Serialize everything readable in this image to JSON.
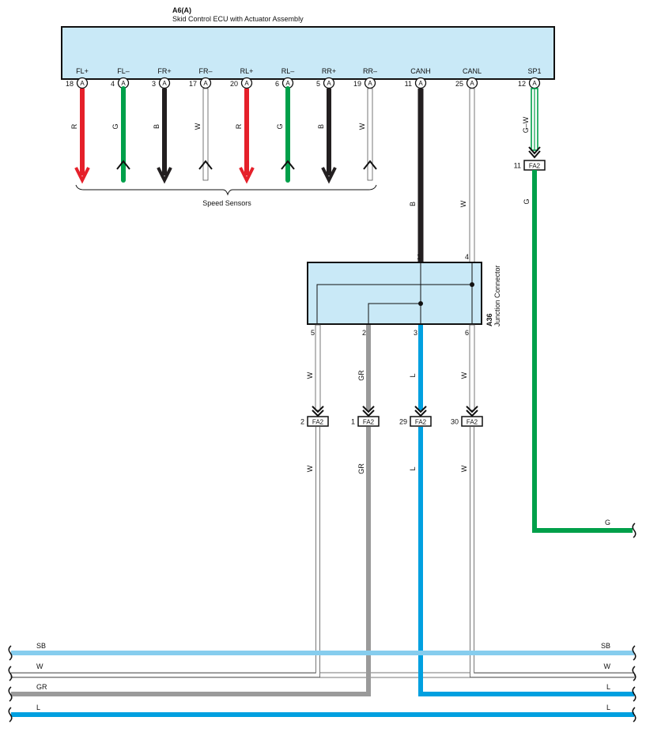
{
  "ecu": {
    "id": "A6(A)",
    "name": "Skid Control ECU with Actuator Assembly",
    "connector_mark": "A",
    "pins": [
      {
        "name": "FL+",
        "num": "18",
        "color": "R"
      },
      {
        "name": "FL–",
        "num": "4",
        "color": "G"
      },
      {
        "name": "FR+",
        "num": "3",
        "color": "B"
      },
      {
        "name": "FR–",
        "num": "17",
        "color": "W"
      },
      {
        "name": "RL+",
        "num": "20",
        "color": "R"
      },
      {
        "name": "RL–",
        "num": "6",
        "color": "G"
      },
      {
        "name": "RR+",
        "num": "5",
        "color": "B"
      },
      {
        "name": "RR–",
        "num": "19",
        "color": "W"
      },
      {
        "name": "CANH",
        "num": "11",
        "color": "B"
      },
      {
        "name": "CANL",
        "num": "25",
        "color": "W"
      },
      {
        "name": "SP1",
        "num": "12",
        "color": "G–W"
      }
    ]
  },
  "speed_sensors_label": "Speed Sensors",
  "junction": {
    "id": "A36",
    "name": "Junction Connector",
    "pin_in_1": "1",
    "pin_in_4": "4",
    "pin_out_5": "5",
    "pin_out_2": "2",
    "pin_out_3": "3",
    "pin_out_6": "6",
    "wire_5": "W",
    "wire_2": "GR",
    "wire_3": "L",
    "wire_6": "W"
  },
  "connectors": {
    "name": "FA2",
    "sp1_pin": "11",
    "sp1_out_wire": "G",
    "bottom": [
      {
        "pin": "2",
        "wire": "W"
      },
      {
        "pin": "1",
        "wire": "GR"
      },
      {
        "pin": "29",
        "wire": "L"
      },
      {
        "pin": "30",
        "wire": "W"
      }
    ]
  },
  "g_line_label": "G",
  "buses": [
    {
      "left": "SB",
      "right": "SB",
      "color": "#86cdee"
    },
    {
      "left": "W",
      "right": "W",
      "color": "#ffffff"
    },
    {
      "left": "GR",
      "right": "L",
      "color": "#9a9a9a"
    },
    {
      "left": "L",
      "right": "L",
      "color": "#00a0e0"
    }
  ],
  "colors": {
    "box_fill": "#c9e9f7",
    "red": "#e5202a",
    "green": "#00a04a",
    "black": "#231f20",
    "blue": "#00a0e0",
    "gray": "#9a9a9a",
    "sky": "#86cdee"
  }
}
